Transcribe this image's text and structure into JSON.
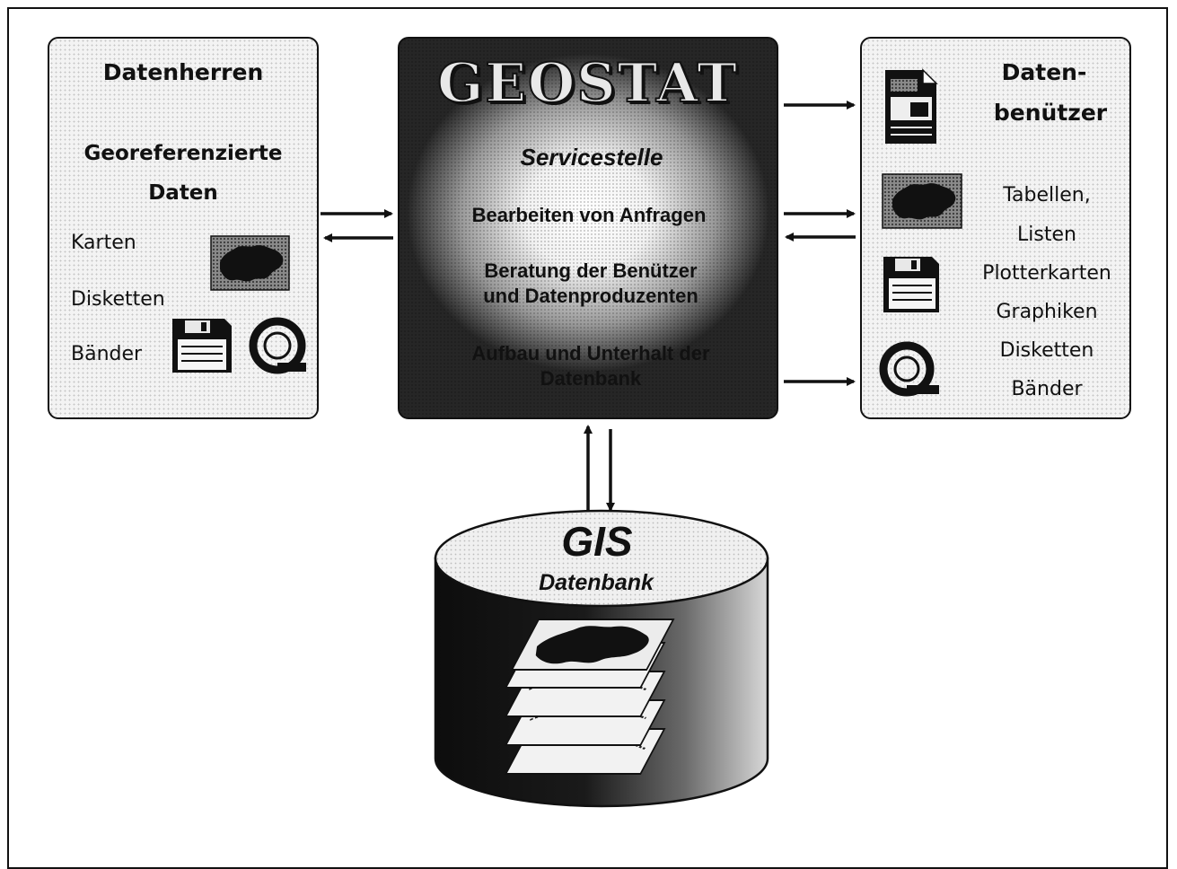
{
  "left_panel": {
    "title": "Datenherren",
    "subtitle_line1": "Georeferenzierte",
    "subtitle_line2": "Daten",
    "item_karten": "Karten",
    "item_disketten": "Disketten",
    "item_baender": "Bänder"
  },
  "center": {
    "title": "GEOSTAT",
    "subtitle": "Servicestelle",
    "line1": "Bearbeiten von Anfragen",
    "line2a": "Beratung der Benützer",
    "line2b": "und Datenproduzenten",
    "line3a": "Aufbau und Unterhalt der",
    "line3b": "Datenbank"
  },
  "right_panel": {
    "title_line1": "Daten-",
    "title_line2": "benützer",
    "item_tabellen": "Tabellen,",
    "item_listen": "Listen",
    "item_plotterkarten": "Plotterkarten",
    "item_graphiken": "Graphiken",
    "item_disketten": "Disketten",
    "item_baender": "Bänder"
  },
  "database": {
    "title": "GIS",
    "subtitle": "Datenbank"
  },
  "colors": {
    "ink": "#111111",
    "panel_bg": "#f3f3f3"
  },
  "icons": [
    "map-icon",
    "floppy-disk-icon",
    "tape-reel-icon",
    "document-icon",
    "map-layers-icon"
  ]
}
